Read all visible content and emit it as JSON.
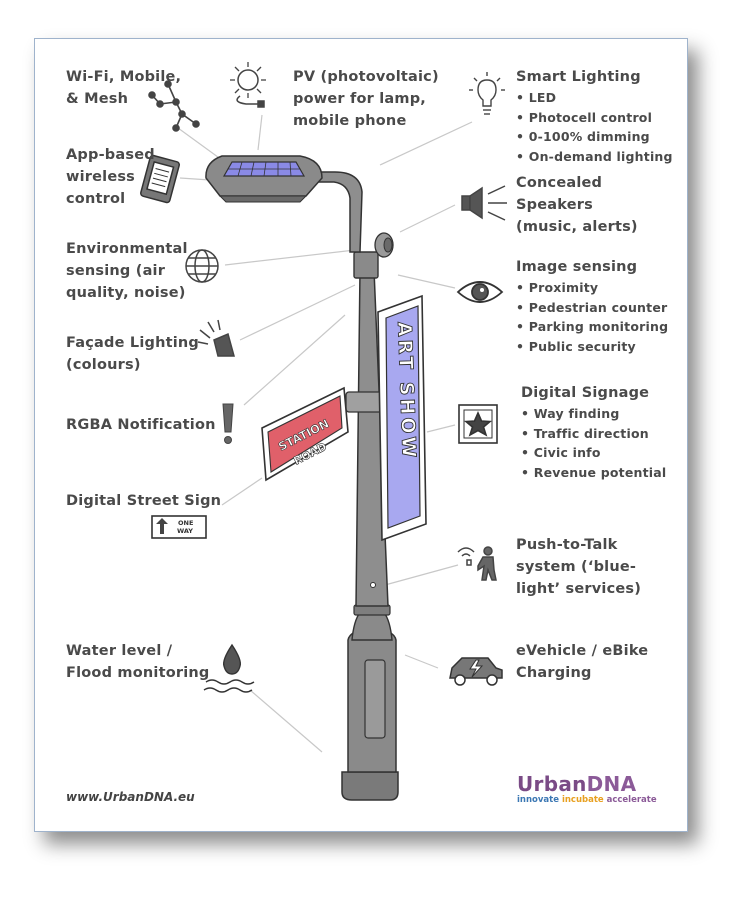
{
  "labels": {
    "wifi": [
      "Wi-Fi, Mobile,",
      "& Mesh"
    ],
    "pv": [
      "PV (photovoltaic)",
      "power for lamp,",
      "mobile phone"
    ],
    "smart_lighting": {
      "title": "Smart Lighting",
      "items": [
        "LED",
        "Photocell control",
        "0-100% dimming",
        "On-demand lighting"
      ]
    },
    "app": [
      "App-based",
      "wireless",
      "control"
    ],
    "speakers": [
      "Concealed",
      "Speakers",
      "(music, alerts)"
    ],
    "environmental": [
      "Environmental",
      "sensing (air",
      "quality, noise)"
    ],
    "image_sensing": {
      "title": "Image sensing",
      "items": [
        "Proximity",
        "Pedestrian counter",
        "Parking monitoring",
        "Public security"
      ]
    },
    "facade": [
      "Façade Lighting",
      "(colours)"
    ],
    "rgba": "RGBA Notification",
    "digital_signage": {
      "title": "Digital Signage",
      "items": [
        "Way finding",
        "Traffic direction",
        "Civic info",
        "Revenue potential"
      ]
    },
    "street_sign": "Digital Street Sign",
    "ptt": [
      "Push-to-Talk",
      "system (‘blue-",
      "light’ services)"
    ],
    "water": [
      "Water level /",
      "Flood monitoring"
    ],
    "evehicle": [
      "eVehicle / eBike",
      "Charging"
    ]
  },
  "signs": {
    "station_road": [
      "STATION",
      "ROAD"
    ],
    "art_show": "ART SHOW",
    "one_way": [
      "ONE",
      "WAY"
    ]
  },
  "footer": {
    "url": "www.UrbanDNA.eu",
    "brand_a": "Urban",
    "brand_b": "DNA",
    "tagline": [
      "innovate",
      "incubate",
      "accelerate"
    ]
  },
  "colors": {
    "pole": "#8a8a8a",
    "pole_dark": "#4a4a4a",
    "art_show_panel": "#a8a8f0",
    "station_sign": "#e0606a",
    "solar_panel": "#8a8ae6",
    "text": "#4a4a4a",
    "brand": "#8b5a98"
  }
}
